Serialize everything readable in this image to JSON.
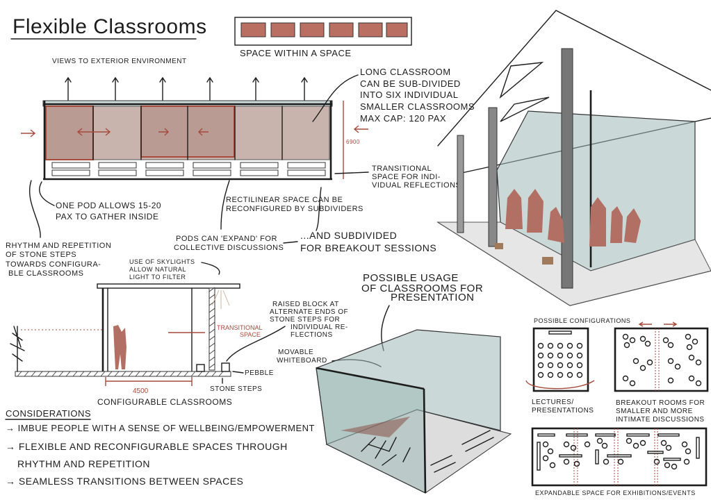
{
  "title": "Flexible Classrooms",
  "space_within": "SPACE WITHIN A SPACE",
  "views": "VIEWS TO EXTERIOR ENVIRONMENT",
  "plan": {
    "dimension": "6900",
    "long_classroom": [
      "LONG CLASSROOM",
      "CAN BE SUB-DIVIDED",
      "INTO SIX INDIVIDUAL",
      "SMALLER CLASSROOMS",
      "MAX CAP: 120 PAX"
    ],
    "transitional": [
      "TRANSITIONAL",
      "SPACE FOR INDI-",
      "VIDUAL REFLECTIONS"
    ],
    "one_pod": [
      "ONE POD ALLOWS 15-20",
      "PAX TO GATHER INSIDE"
    ],
    "rectilinear": [
      "RECTILINEAR SPACE CAN BE",
      "RECONFIGURED BY SUBDIVIDERS"
    ],
    "pods_expand": [
      "PODS CAN 'EXPAND' FOR",
      "COLLECTIVE DISCUSSIONS"
    ],
    "subdivided": [
      "...AND SUBDIVIDED",
      "FOR BREAKOUT SESSIONS"
    ],
    "rhythm": [
      "RHYTHM AND REPETITION",
      "OF STONE STEPS",
      "TOWARDS CONFIGURA-",
      "BLE CLASSROOMS"
    ]
  },
  "section": {
    "skylights": [
      "USE OF SKYLIGHTS",
      "ALLOW NATURAL",
      "LIGHT TO FILTER"
    ],
    "transitional": [
      "TRANSITIONAL",
      "SPACE"
    ],
    "raised_block": [
      "RAISED BLOCK AT",
      "ALTERNATE ENDS OF",
      "STONE STEPS FOR",
      "INDIVIDUAL RE-",
      "FLECTIONS"
    ],
    "pebble": "PEBBLE",
    "stone_steps": "STONE STEPS",
    "dimension": "4500",
    "caption": "CONFIGURABLE CLASSROOMS"
  },
  "usage": {
    "heading": [
      "POSSIBLE USAGE",
      "OF CLASSROOMS FOR",
      "PRESENTATION"
    ],
    "whiteboard": [
      "MOVABLE",
      "WHITEBOARD"
    ]
  },
  "considerations": {
    "heading": "CONSIDERATIONS",
    "items": [
      "→ IMBUE PEOPLE WITH A SENSE OF WELLBEING/EMPOWERMENT",
      "→ FLEXIBLE AND RECONFIGURABLE SPACES THROUGH",
      "RHYTHM AND REPETITION",
      "→ SEAMLESS TRANSITIONS BETWEEN SPACES"
    ]
  },
  "configurations": {
    "heading": "POSSIBLE CONFIGURATIONS",
    "lectures": [
      "LECTURES/",
      "PRESENTATIONS"
    ],
    "breakout": [
      "BREAKOUT ROOMS FOR",
      "SMALLER AND MORE",
      "INTIMATE DISCUSSIONS"
    ],
    "expandable": "EXPANDABLE SPACE FOR EXHIBITIONS/EVENTS"
  },
  "colors": {
    "accent": "#a64a3c",
    "glass": "#9fb9b6",
    "pod": "#c9b3ad"
  }
}
